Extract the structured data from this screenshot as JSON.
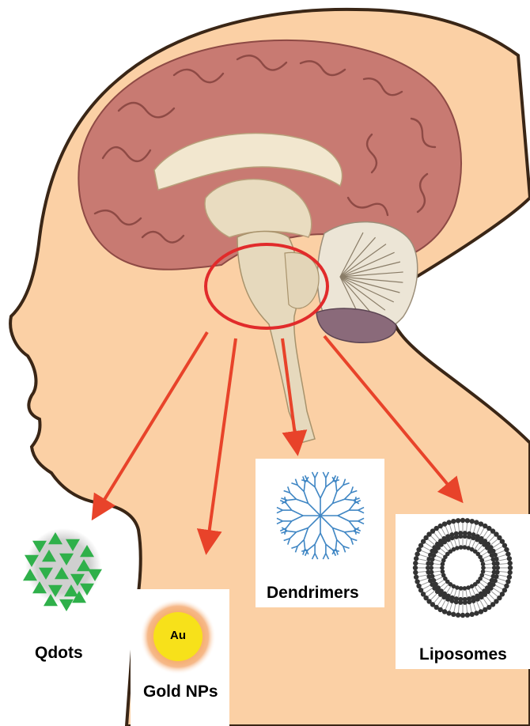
{
  "colors": {
    "skin": "#fbd0a5",
    "outline": "#3a2616",
    "cortex": "#c87a72",
    "cortex_dark": "#8e4a45",
    "white_matter": "#f2e7cf",
    "cerebellum": "#ece5d6",
    "brainstem": "#e6d9bd",
    "arrow": "#e8432a",
    "circle": "#e12b2b",
    "qdot_green": "#2fb04a",
    "gold_core": "#f7e11a",
    "gold_halo": "#f3a65f",
    "dendrimer": "#3f86c4",
    "liposome": "#333333"
  },
  "nanoparticles": {
    "qdots": {
      "label": "Qdots",
      "icon": "quantum-dot-icon"
    },
    "gold": {
      "label": "Gold NPs",
      "core_label": "Au",
      "icon": "gold-nanoparticle-icon"
    },
    "dendrimers": {
      "label": "Dendrimers",
      "icon": "dendrimer-icon"
    },
    "liposomes": {
      "label": "Liposomes",
      "icon": "liposome-icon"
    }
  }
}
